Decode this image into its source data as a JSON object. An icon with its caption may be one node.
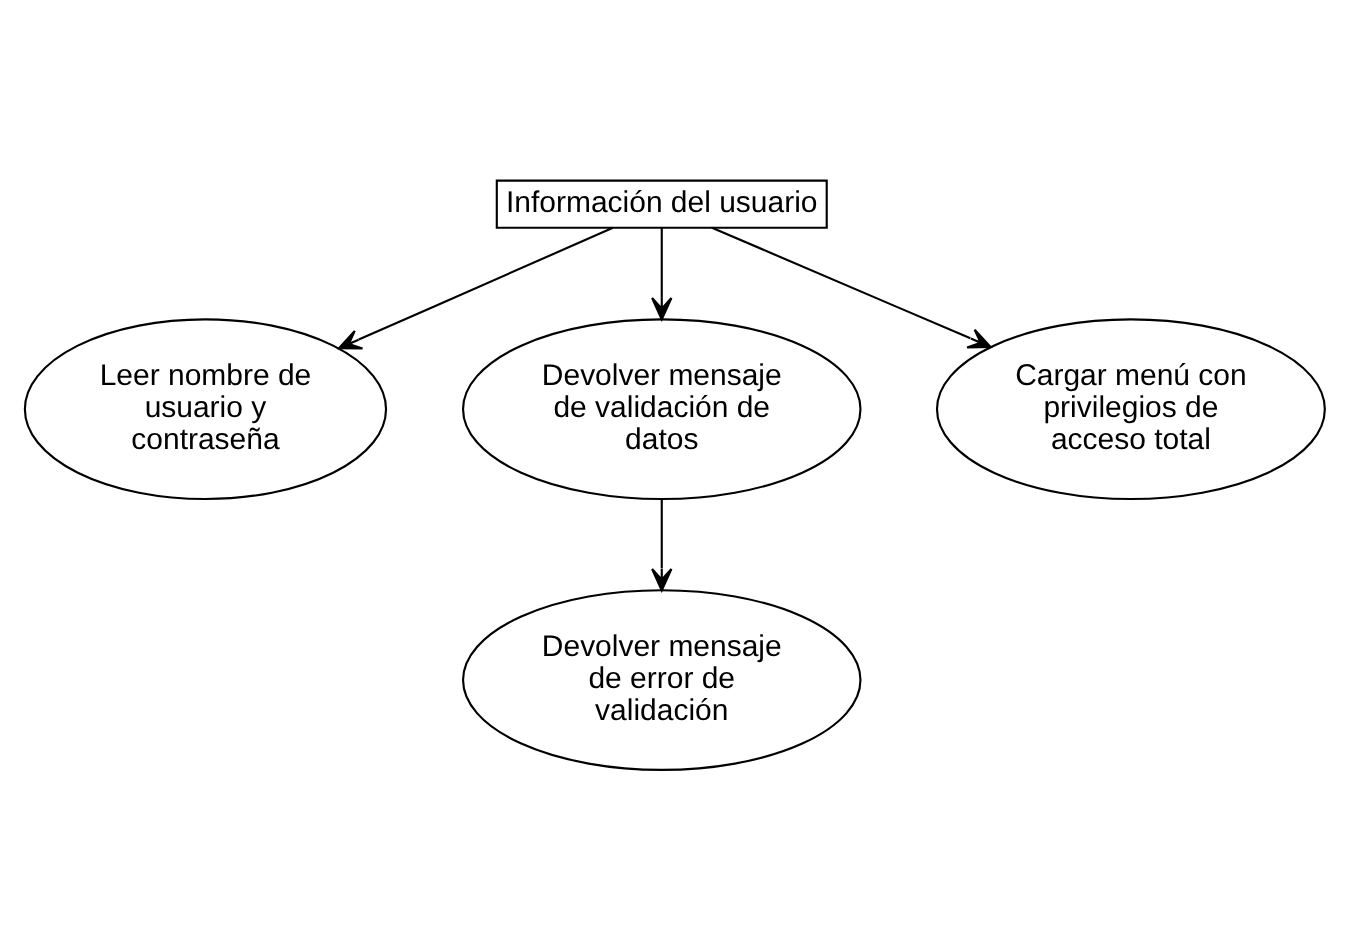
{
  "diagram": {
    "nodes": [
      {
        "text": [
          "Información del usuario"
        ]
      },
      {
        "text": [
          "Leer nombre de usuario y contraseña"
        ]
      },
      {
        "text": [
          "Devolver mensaje de validación de datos"
        ]
      },
      {
        "text": [
          "Devolver mensaje de error de validación"
        ]
      },
      {
        "text": [
          "Cargar menú con privilegios de acceso total"
        ]
      }
    ],
    "edges": [
      {
        "from": 0,
        "to": 1,
        "arrow": "to"
      },
      {
        "from": 0,
        "to": 2,
        "arrow": "to"
      },
      {
        "from": 0,
        "to": 4,
        "arrow": "to"
      },
      {
        "from": 2,
        "to": 3,
        "arrow": "to"
      }
    ]
  }
}
